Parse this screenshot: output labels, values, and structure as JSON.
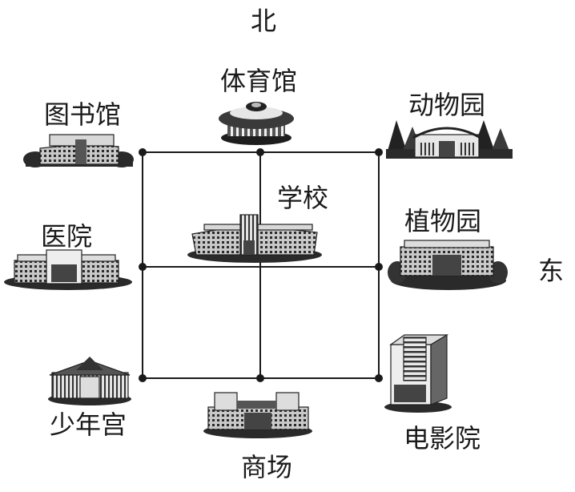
{
  "directions": {
    "north": "北",
    "east": "东"
  },
  "places": {
    "gym": "体育馆",
    "library": "图书馆",
    "zoo": "动物园",
    "school": "学校",
    "hospital": "医院",
    "botanical_garden": "植物园",
    "youth_palace": "少年宫",
    "mall": "商场",
    "cinema": "电影院"
  },
  "icons": {
    "gym": "stadium-icon",
    "library": "library-building-icon",
    "zoo": "zoo-gate-icon",
    "school": "school-building-icon",
    "hospital": "hospital-building-icon",
    "botanical_garden": "botanical-garden-building-icon",
    "youth_palace": "youth-palace-building-icon",
    "mall": "mall-building-icon",
    "cinema": "cinema-building-icon"
  },
  "colors": {
    "ink": "#1a1a1a",
    "paper": "#ffffff"
  }
}
